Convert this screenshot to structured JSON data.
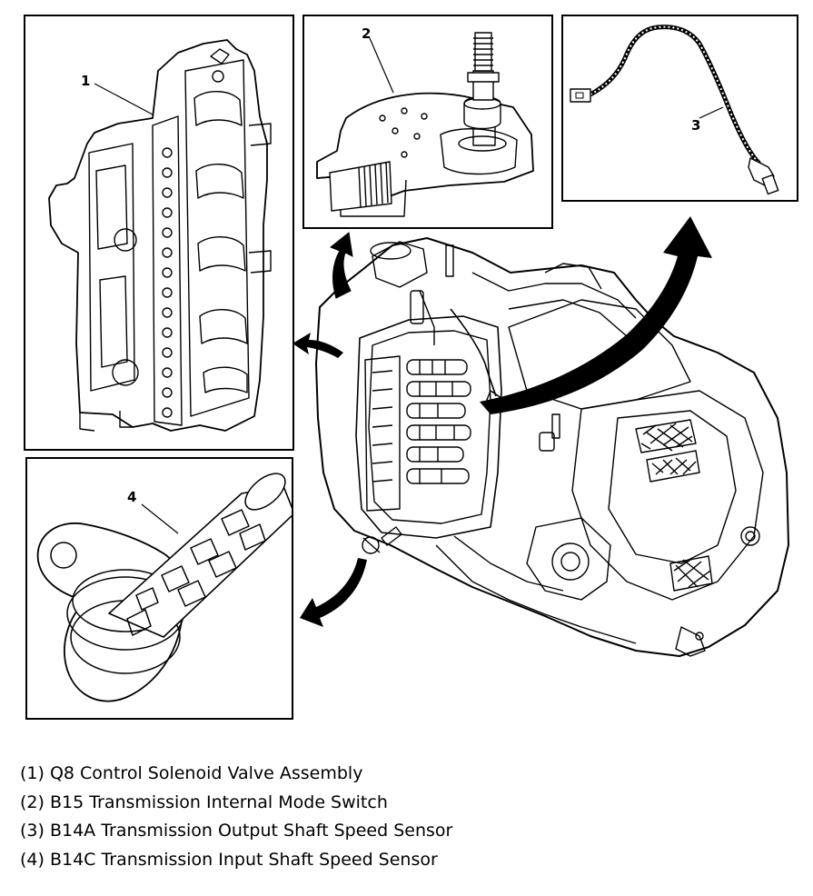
{
  "callouts": {
    "c1": "1",
    "c2": "2",
    "c3": "3",
    "c4": "4"
  },
  "legend": [
    "(1) Q8 Control Solenoid Valve Assembly",
    "(2) B15 Transmission Internal Mode Switch",
    "(3) B14A Transmission Output Shaft Speed Sensor",
    "(4) B14C Transmission Input Shaft Speed Sensor"
  ]
}
